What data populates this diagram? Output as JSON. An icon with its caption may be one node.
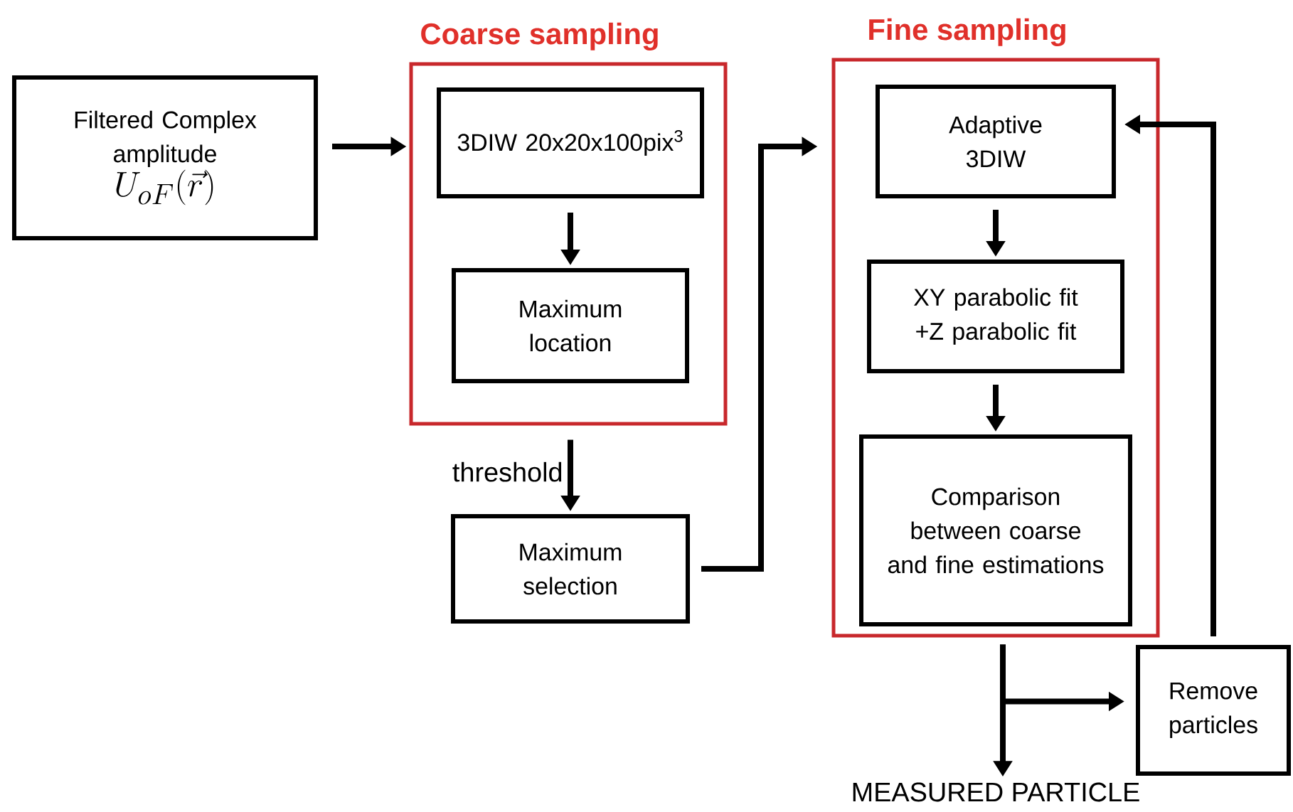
{
  "diagram": {
    "nodes": [
      {
        "text": [
          "Filtered Complex amplitude",
          "U_{oF}(\\vec{r})"
        ]
      },
      {
        "text": [
          "Coarse sampling"
        ]
      },
      {
        "text": [
          "3DIW 20x20x100pix$^{3}$"
        ],
        "in": 1
      },
      {
        "text": [
          "Maximum location"
        ],
        "in": 1
      },
      {
        "text": [
          "Maximum selection"
        ]
      },
      {
        "text": [
          "Fine sampling"
        ]
      },
      {
        "text": [
          "Adaptive 3DIW"
        ],
        "in": 5
      },
      {
        "text": [
          "XY parabolic fit +Z parabolic fit"
        ],
        "in": 5
      },
      {
        "text": [
          "Comparison between coarse and fine estimations"
        ],
        "in": 5
      },
      {
        "text": [
          "Remove particles"
        ]
      },
      {
        "text": [
          "MEASURED PARTICLE"
        ]
      }
    ],
    "edges": [
      {
        "from": 0,
        "to": 1,
        "arrow": "to"
      },
      {
        "from": 2,
        "to": 3,
        "arrow": "to"
      },
      {
        "from": 1,
        "to": 4,
        "arrow": "to",
        "label": "threshold"
      },
      {
        "from": 4,
        "to": 5,
        "arrow": "to"
      },
      {
        "from": 6,
        "to": 7,
        "arrow": "to"
      },
      {
        "from": 7,
        "to": 8,
        "arrow": "to"
      },
      {
        "from": 5,
        "to": 10,
        "arrow": "to"
      },
      {
        "from": 5,
        "to": 9,
        "arrow": "to"
      },
      {
        "from": 9,
        "to": 6,
        "arrow": "to"
      }
    ]
  }
}
